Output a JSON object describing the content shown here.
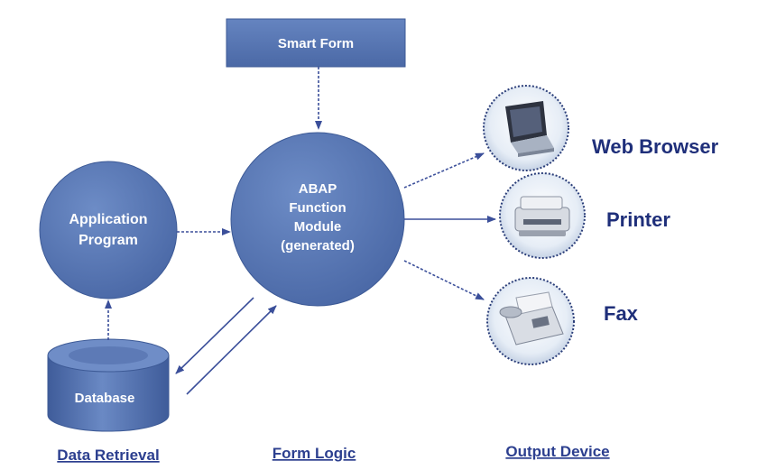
{
  "nodes": {
    "smart_form": "Smart Form",
    "abap_module": [
      "ABAP",
      "Function",
      "Module",
      "(generated)"
    ],
    "application_program": [
      "Application",
      "Program"
    ],
    "database": "Database"
  },
  "devices": {
    "web_browser": "Web Browser",
    "printer": "Printer",
    "fax": "Fax"
  },
  "footer": {
    "data_retrieval": "Data Retrieval",
    "form_logic": "Form Logic",
    "output_device": "Output Device"
  },
  "colors": {
    "node_fill": "#5878b4",
    "node_dark": "#3d5a96",
    "arrow": "#3b4f9a",
    "device_text": "#1f2f7a",
    "footer_text": "#2c3f8f"
  },
  "icons": {
    "web_browser": "monitor-icon",
    "printer": "printer-icon",
    "fax": "fax-icon"
  }
}
